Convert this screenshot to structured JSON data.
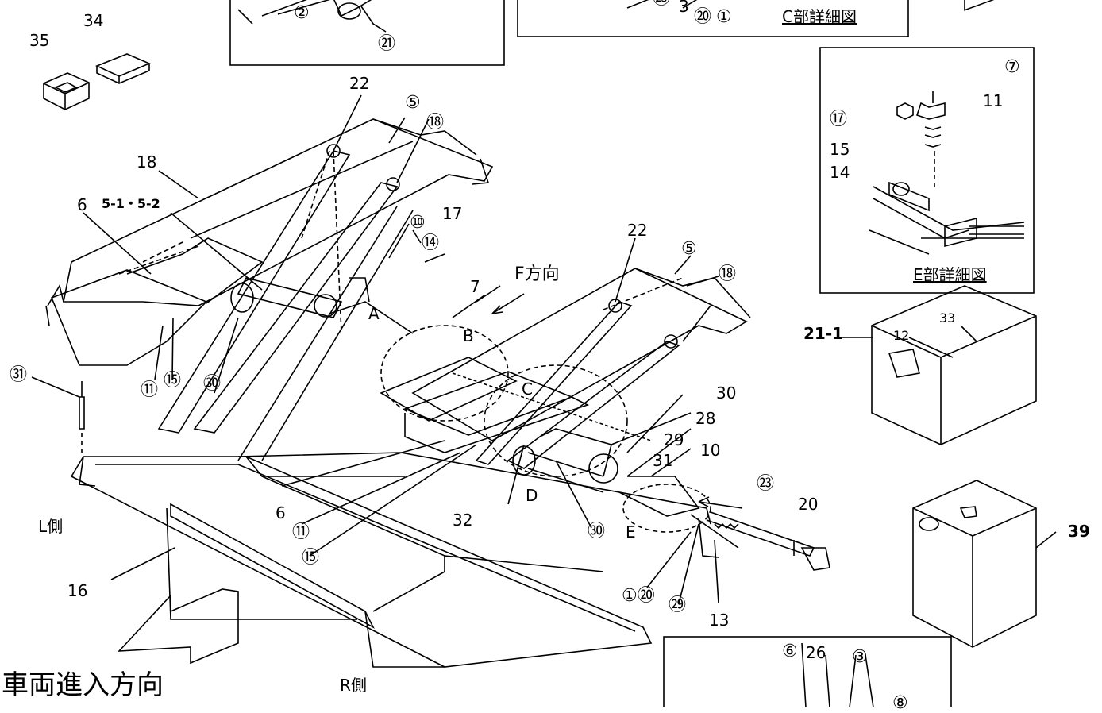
{
  "captions": {
    "c_detail": "C部詳細図",
    "e_detail": "E部詳細図",
    "vehicle_entry": "車両進入方向",
    "f_direction": "F方向",
    "l_side": "L側",
    "r_side": "R側"
  },
  "area_labels": {
    "A": "A",
    "B": "B",
    "C": "C",
    "D": "D",
    "E": "E"
  },
  "top_left_inset": {
    "label_2": "②",
    "label_21": "㉑"
  },
  "c_inset": {
    "label_25": "㉕",
    "label_3": "3",
    "label_20": "⑳",
    "label_1": "①"
  },
  "e_inset": {
    "label_7": "⑦",
    "label_11": "11",
    "label_17": "⑰",
    "label_15": "15",
    "label_14": "14"
  },
  "bottom_inset": {
    "label_6": "⑥",
    "label_26": "26",
    "label_3": "③",
    "label_8": "⑧"
  },
  "parts_top": {
    "p35": "35",
    "p34": "34"
  },
  "main_labels": {
    "p22_left": "22",
    "p5_left": "⑤",
    "p18_left_circ": "⑱",
    "p18_left": "18",
    "p6_left": "6",
    "p5_1_5_2": "5-1・5-2",
    "p17": "17",
    "p10_circ": "⑩",
    "p14_circ": "⑭",
    "p7": "7",
    "p22_right": "22",
    "p5_right": "⑤",
    "p18_right_circ": "⑱",
    "p31_circ": "㉛",
    "p11_left_circ": "⑪",
    "p15_left_circ": "⑮",
    "p30_left_circ": "㉚",
    "p30_right": "30",
    "p28": "28",
    "p29": "29",
    "p31": "31",
    "p10": "10",
    "p23_circ": "㉓",
    "p20": "20",
    "p6_mid": "6",
    "p11_mid_circ": "⑪",
    "p15_mid_circ": "⑮",
    "p32": "32",
    "p30_mid_circ": "㉚",
    "p16": "16",
    "p1_20": "①⑳",
    "p29_circ": "㉙",
    "p13": "13"
  },
  "right_parts": {
    "p21_1": "21-1",
    "p12": "12",
    "p33": "33",
    "p39": "39"
  }
}
